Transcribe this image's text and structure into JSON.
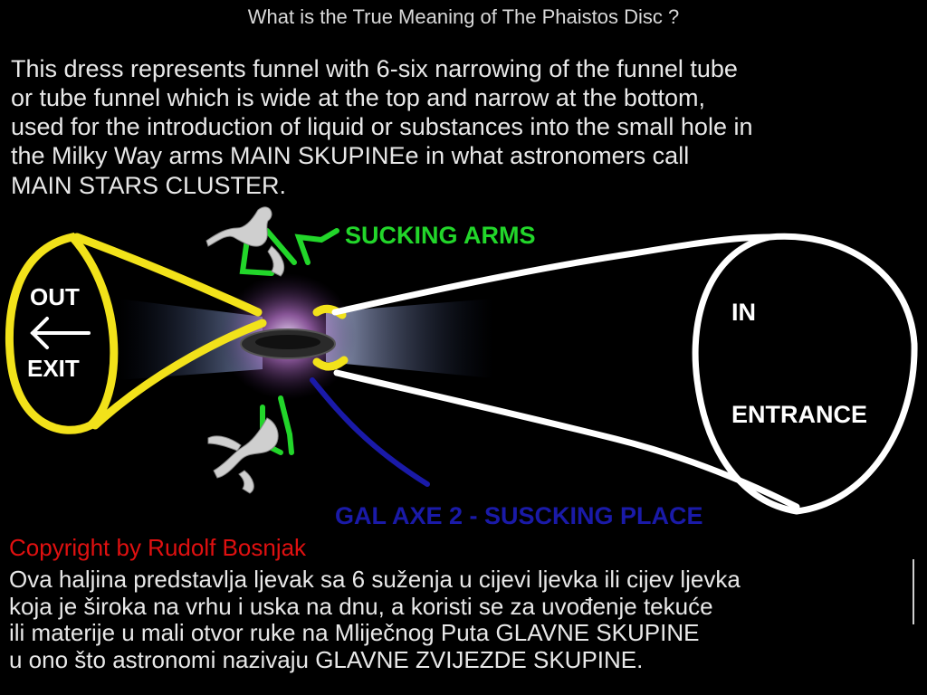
{
  "title": "What is the True Meaning of The Phaistos Disc ?",
  "english_paragraph": [
    "This dress represents funnel with 6-six narrowing of the  funnel tube",
    "or tube funnel which is wide at the top and narrow at the bottom,",
    "used for the introduction of liquid or substances into the small hole in",
    "the Milky Way arms MAIN SKUPINEe in what astronomers call",
    "MAIN STARS CLUSTER."
  ],
  "labels": {
    "out": "OUT",
    "exit": "EXIT",
    "in": "IN",
    "entrance": "ENTRANCE",
    "sucking_arms": "SUCKING ARMS",
    "gal_axe": "GAL AXE 2 - SUSCKING PLACE"
  },
  "copyright": "Copyright by Rudolf Bosnjak",
  "croatian_paragraph": [
    "Ova haljina predstavlja ljevak sa 6 suženja u cijevi ljevka ili cijev ljevka",
    "koja je široka na vrhu i uska na dnu, a koristi se za uvođenje tekuće",
    "ili materije u mali otvor ruke na Mliječnog Puta GLAVNE SKUPINE",
    "u ono što astronomi nazivaju GLAVNE ZVIJEZDE SKUPINE."
  ],
  "colors": {
    "background": "#000000",
    "yellow_funnel": "#f2e21a",
    "white_funnel": "#ffffff",
    "green_arms": "#22d62a",
    "blue_axe": "#1a1aa8",
    "copyright": "#e01010"
  },
  "icons": [
    "left-arrow-icon"
  ]
}
